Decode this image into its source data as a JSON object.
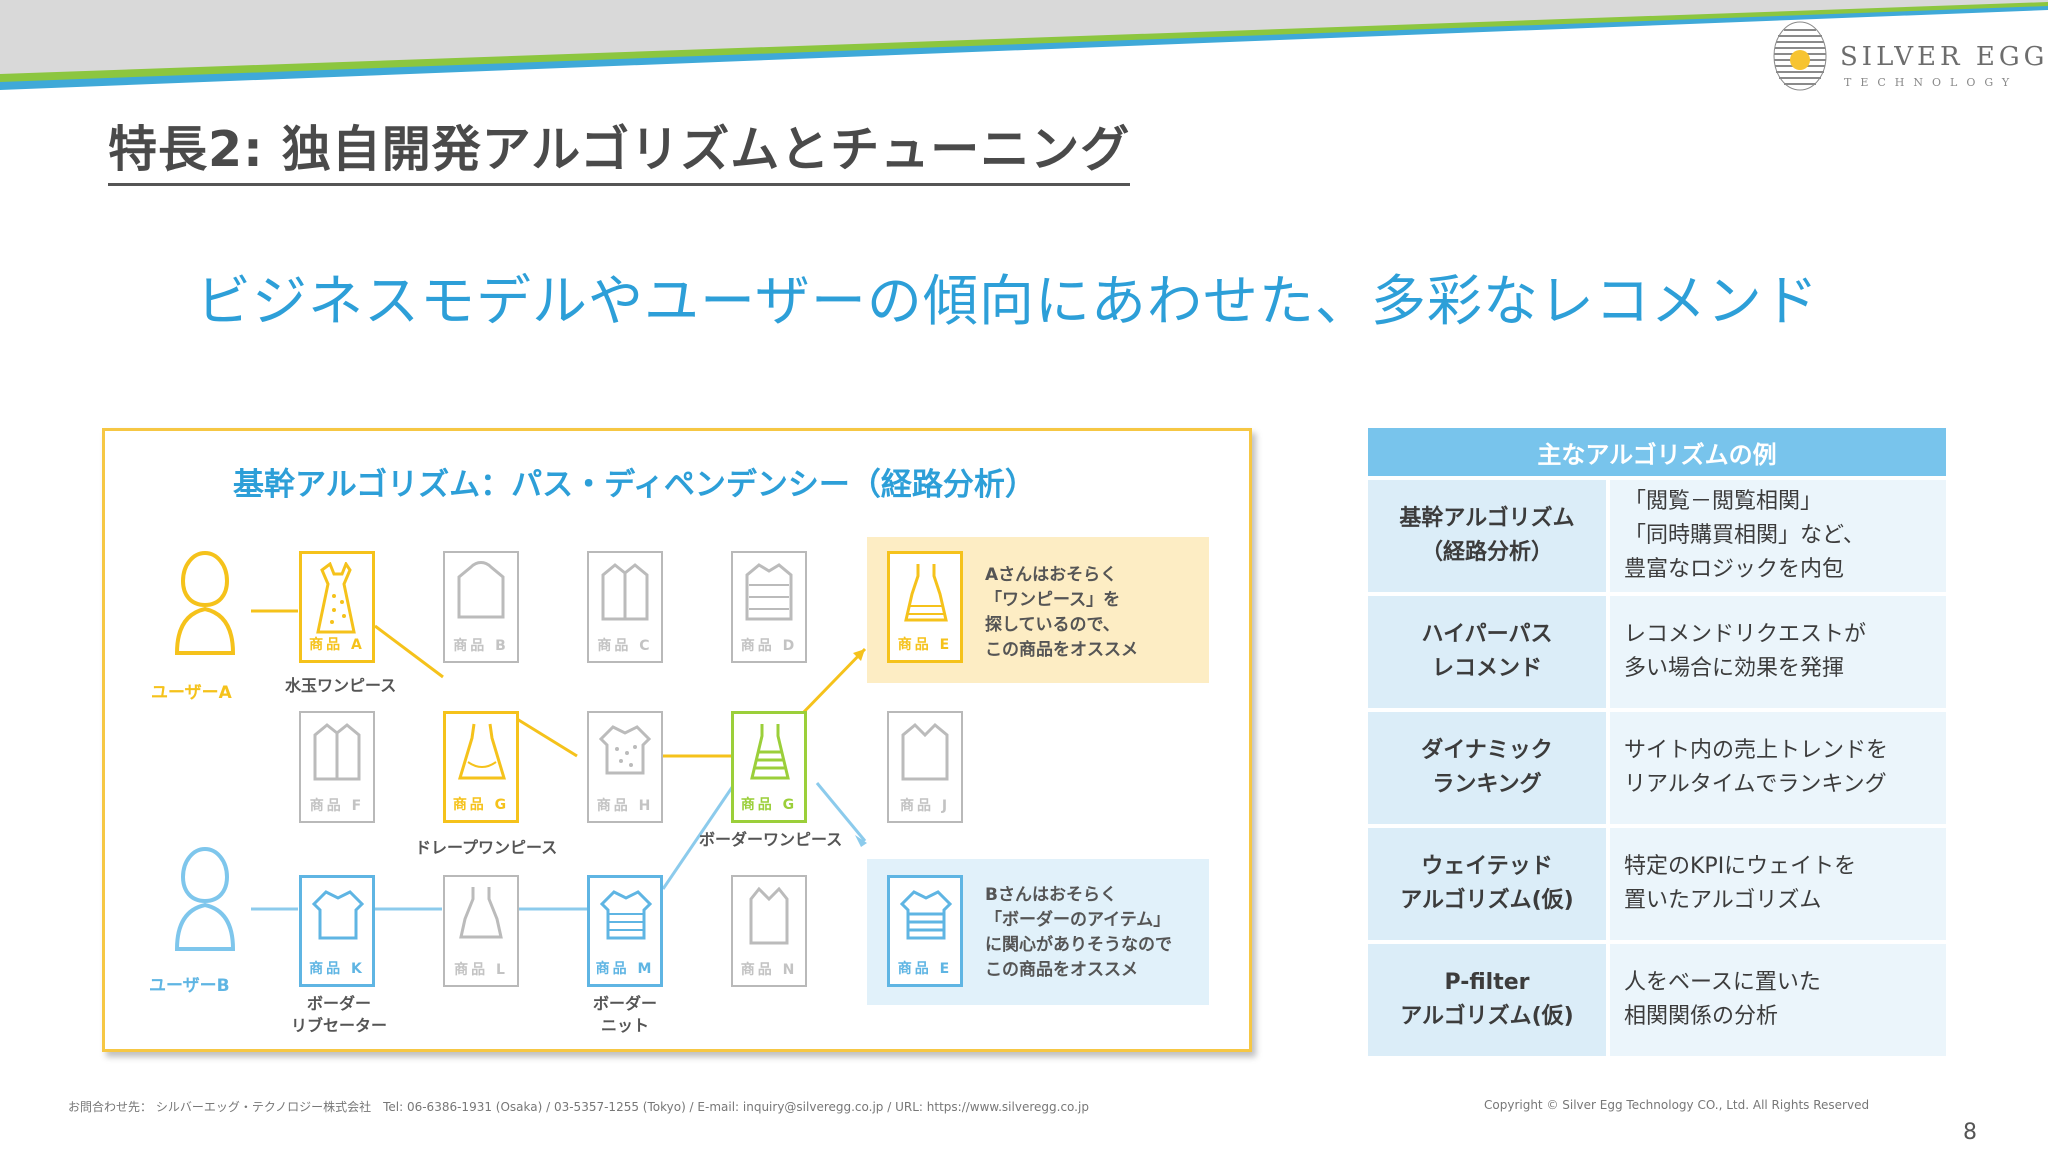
{
  "header": {
    "logo_name": "SILVER EGG",
    "logo_sub": "TECHNOLOGY",
    "title": "特長2: 独自開発アルゴリズムとチューニング"
  },
  "subtitle": "ビジネスモデルやユーザーの傾向にあわせた、多彩なレコメンド",
  "diagram": {
    "title": "基幹アルゴリズム：パス・ディペンデンシー（経路分析）",
    "user_a": "ユーザーA",
    "user_b": "ユーザーB",
    "items": {
      "A": "商品 A",
      "B": "商品 B",
      "C": "商品 C",
      "D": "商品 D",
      "E1": "商品 E",
      "F": "商品 F",
      "G1": "商品 G",
      "H": "商品 H",
      "G2": "商品 G",
      "J": "商品 J",
      "K": "商品 K",
      "L": "商品 L",
      "M": "商品 M",
      "N": "商品 N",
      "E2": "商品 E"
    },
    "captions": {
      "a": "水玉ワンピース",
      "g1": "ドレープワンピース",
      "g2": "ボーダーワンピース",
      "k": "ボーダー\nリブセーター",
      "m": "ボーダー\nニット"
    },
    "note_a": "Aさんはおそらく\n「ワンピース」を\n探しているので、\nこの商品をオススメ",
    "note_b": "Bさんはおそらく\n「ボーダーのアイテム」\nに関心がありそうなので\nこの商品をオススメ"
  },
  "algorithms": {
    "header": "主なアルゴリズムの例",
    "rows": [
      {
        "name": [
          "基幹アルゴリズム",
          "（経路分析）"
        ],
        "desc": [
          "「閲覧－閲覧相関」",
          "「同時購買相関」など、",
          "豊富なロジックを内包"
        ]
      },
      {
        "name": [
          "ハイパーパス",
          "レコメンド"
        ],
        "desc": [
          "レコメンドリクエストが",
          "多い場合に効果を発揮"
        ]
      },
      {
        "name": [
          "ダイナミック",
          "ランキング"
        ],
        "desc": [
          "サイト内の売上トレンドを",
          "リアルタイムでランキング"
        ]
      },
      {
        "name": [
          "ウェイテッド",
          "アルゴリズム(仮)"
        ],
        "desc": [
          "特定のKPIにウェイトを",
          "置いたアルゴリズム"
        ]
      },
      {
        "name": [
          "P-filter",
          "アルゴリズム(仮)"
        ],
        "desc": [
          "人をベースに置いた",
          "相関関係の分析"
        ]
      }
    ]
  },
  "footer": {
    "contact": "お問合わせ先： シルバーエッグ・テクノロジー株式会社　Tel: 06-6386-1931 (Osaka) / 03-5357-1255 (Tokyo) / E-mail: inquiry@silveregg.co.jp / URL: https://www.silveregg.co.jp",
    "copyright": "Copyright © Silver Egg Technology CO., Ltd. All Rights Reserved",
    "page": "8"
  },
  "colors": {
    "accent_blue": "#2d9fd8",
    "yellow": "#f5c21b",
    "green": "#9bcf3a",
    "light_blue": "#5fb5e3",
    "table_header": "#78c4ec"
  }
}
